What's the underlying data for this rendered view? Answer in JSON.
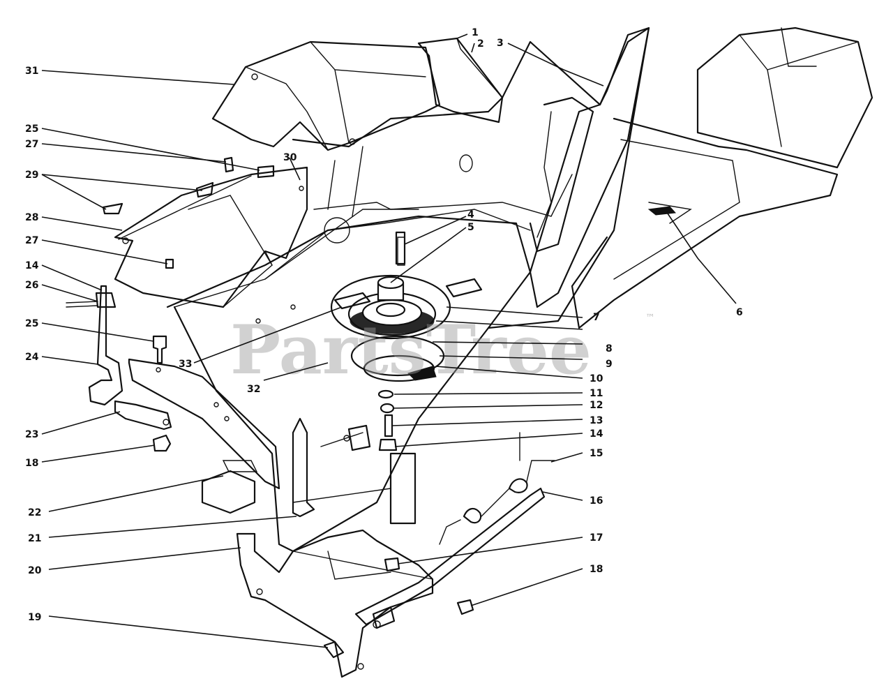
{
  "watermark": {
    "text": "PartsTree",
    "tm": "™"
  },
  "callouts": [
    {
      "id": "c1",
      "label": "1"
    },
    {
      "id": "c2",
      "label": "2"
    },
    {
      "id": "c3",
      "label": "3"
    },
    {
      "id": "c4",
      "label": "4"
    },
    {
      "id": "c5",
      "label": "5"
    },
    {
      "id": "c6",
      "label": "6"
    },
    {
      "id": "c7",
      "label": "7"
    },
    {
      "id": "c8",
      "label": "8"
    },
    {
      "id": "c9",
      "label": "9"
    },
    {
      "id": "c10",
      "label": "10"
    },
    {
      "id": "c11",
      "label": "11"
    },
    {
      "id": "c12",
      "label": "12"
    },
    {
      "id": "c13",
      "label": "13"
    },
    {
      "id": "c14r",
      "label": "14"
    },
    {
      "id": "c15",
      "label": "15"
    },
    {
      "id": "c16",
      "label": "16"
    },
    {
      "id": "c17",
      "label": "17"
    },
    {
      "id": "c18r",
      "label": "18"
    },
    {
      "id": "c19",
      "label": "19"
    },
    {
      "id": "c20",
      "label": "20"
    },
    {
      "id": "c21",
      "label": "21"
    },
    {
      "id": "c22",
      "label": "22"
    },
    {
      "id": "c18l",
      "label": "18"
    },
    {
      "id": "c23",
      "label": "23"
    },
    {
      "id": "c24",
      "label": "24"
    },
    {
      "id": "c25l",
      "label": "25"
    },
    {
      "id": "c26",
      "label": "26"
    },
    {
      "id": "c14l",
      "label": "14"
    },
    {
      "id": "c27b",
      "label": "27"
    },
    {
      "id": "c28",
      "label": "28"
    },
    {
      "id": "c29",
      "label": "29"
    },
    {
      "id": "c27a",
      "label": "27"
    },
    {
      "id": "c25t",
      "label": "25"
    },
    {
      "id": "c30",
      "label": "30"
    },
    {
      "id": "c31",
      "label": "31"
    },
    {
      "id": "c32",
      "label": "32"
    },
    {
      "id": "c33",
      "label": "33"
    }
  ]
}
